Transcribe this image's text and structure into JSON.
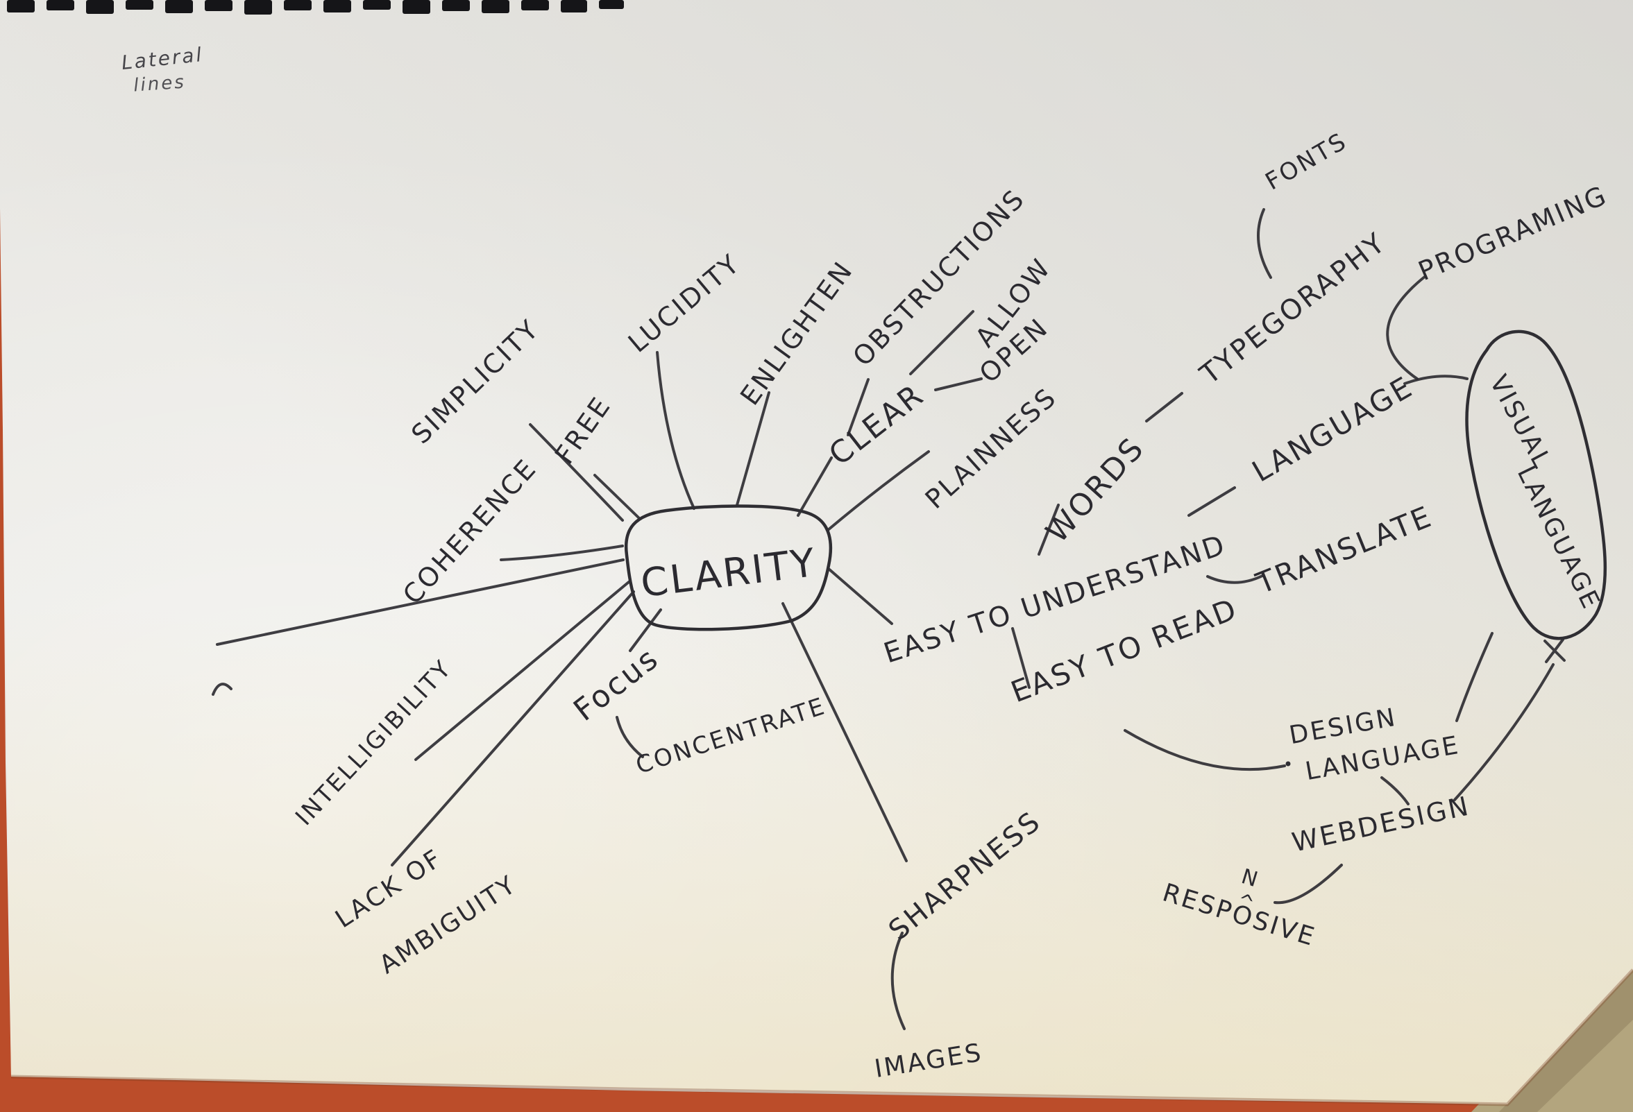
{
  "note": {
    "line1": "Lateral",
    "line2": "lines"
  },
  "center": {
    "label": "CLARITY"
  },
  "nodes": {
    "simplicity": "SIMPLICITY",
    "lucidity": "LUCIDITY",
    "enlighten": "ENLIGHTEN",
    "obstructions": "OBSTRUCTIONS",
    "allow": "ALLOW",
    "open": "OPEN",
    "clear": "CLEAR",
    "plainness": "PLAINNESS",
    "free": "FREE",
    "coherence": "COHERENCE",
    "intelligibility": "INTELLIGIBILITY",
    "lack_of": "LACK OF",
    "ambiguity": "AMBIGUITY",
    "focus": "Focus",
    "concentrate": "CONCENTRATE",
    "sharpness": "SHARPNESS",
    "images": "IMAGES",
    "easy_to_understand": "EASY TO UNDERSTAND",
    "easy_to_read": "EASY TO READ",
    "words": "WORDS",
    "typegoraphy": "TYPEGORAPHY",
    "fonts": "FONTS",
    "language": "LANGUAGE",
    "translate": "TRANSLATE",
    "programing": "PROGRAMING",
    "visual": "VISUAL",
    "visual_language_2": "LANGUAGE",
    "design": "DESIGN",
    "design_language_2": "LANGUAGE",
    "webdesign": "WEBDESIGN",
    "responsive_text": "RESPOSIVE",
    "responsive_insert": "N",
    "responsive_caret": "^"
  },
  "connections": [
    [
      "CLARITY",
      "SIMPLICITY"
    ],
    [
      "CLARITY",
      "FREE"
    ],
    [
      "CLARITY",
      "LUCIDITY"
    ],
    [
      "CLARITY",
      "ENLIGHTEN"
    ],
    [
      "CLARITY",
      "CLEAR"
    ],
    [
      "CLEAR",
      "OBSTRUCTIONS"
    ],
    [
      "CLEAR",
      "ALLOW"
    ],
    [
      "CLEAR",
      "OPEN"
    ],
    [
      "CLARITY",
      "PLAINNESS"
    ],
    [
      "CLARITY",
      "COHERENCE"
    ],
    [
      "CLARITY",
      "INTELLIGIBILITY"
    ],
    [
      "CLARITY",
      "LACK OF AMBIGUITY"
    ],
    [
      "CLARITY",
      "Focus"
    ],
    [
      "Focus",
      "CONCENTRATE"
    ],
    [
      "CLARITY",
      "SHARPNESS"
    ],
    [
      "SHARPNESS",
      "IMAGES"
    ],
    [
      "CLARITY",
      "EASY TO UNDERSTAND"
    ],
    [
      "EASY TO UNDERSTAND",
      "WORDS"
    ],
    [
      "WORDS",
      "TYPEGORAPHY"
    ],
    [
      "TYPEGORAPHY",
      "FONTS"
    ],
    [
      "EASY TO UNDERSTAND",
      "LANGUAGE"
    ],
    [
      "LANGUAGE",
      "PROGRAMING"
    ],
    [
      "LANGUAGE",
      "VISUAL LANGUAGE"
    ],
    [
      "EASY TO UNDERSTAND",
      "TRANSLATE"
    ],
    [
      "EASY TO UNDERSTAND",
      "EASY TO READ"
    ],
    [
      "EASY TO READ",
      "DESIGN LANGUAGE"
    ],
    [
      "VISUAL LANGUAGE",
      "DESIGN LANGUAGE"
    ],
    [
      "DESIGN LANGUAGE",
      "WEBDESIGN"
    ],
    [
      "VISUAL LANGUAGE",
      "WEBDESIGN"
    ],
    [
      "WEBDESIGN",
      "RESPONSIVE"
    ]
  ],
  "colors": {
    "ink": "#2b2a30",
    "paper": "#ecebe6",
    "binding": "#151518",
    "table_red": "#bb4d2a",
    "table_tan": "#b3a57e"
  }
}
